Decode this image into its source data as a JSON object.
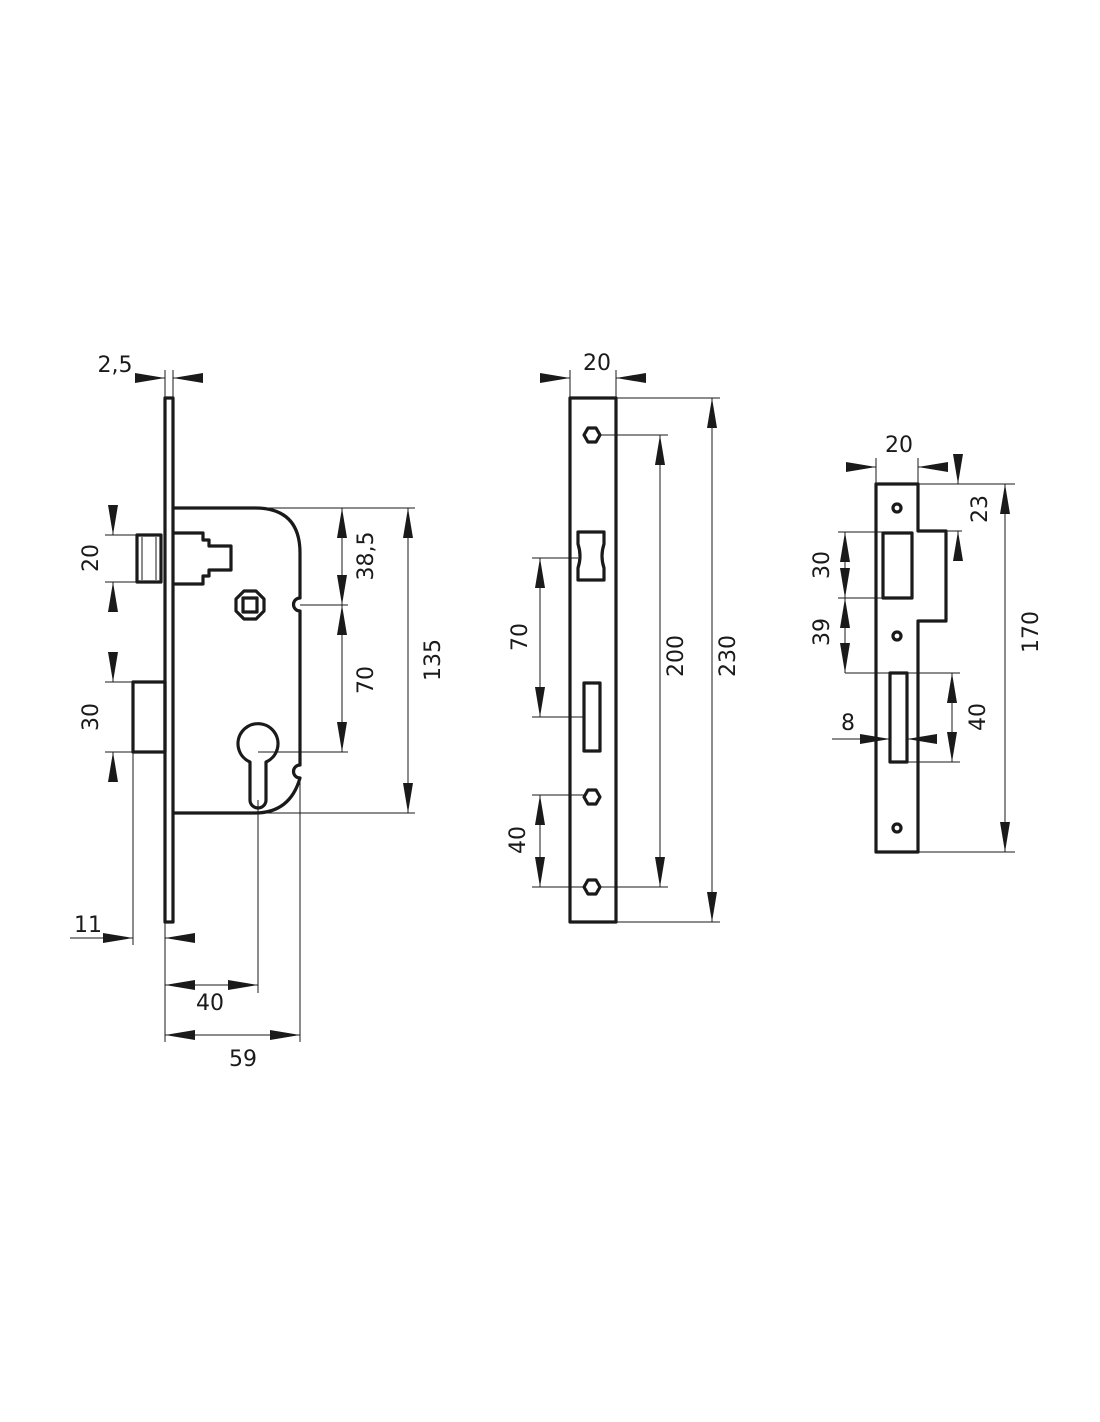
{
  "lock_body": {
    "faceplate_thickness": "2,5",
    "latch_height": "20",
    "bolt_height": "30",
    "follower_offset": "38,5",
    "center_distance": "70",
    "case_height": "135",
    "bolt_throw": "11",
    "backset": "40",
    "case_depth": "59"
  },
  "faceplate": {
    "width": "20",
    "opening_spacing": "70",
    "screw_spacing_small": "40",
    "screw_spacing": "200",
    "length": "230"
  },
  "strike_plate": {
    "width": "20",
    "top_offset": "23",
    "latch_opening": "30",
    "gap": "39",
    "bolt_opening": "40",
    "bolt_opening_width": "8",
    "length": "170"
  },
  "colors": {
    "line": "#1a1a1a",
    "background": "#ffffff"
  }
}
